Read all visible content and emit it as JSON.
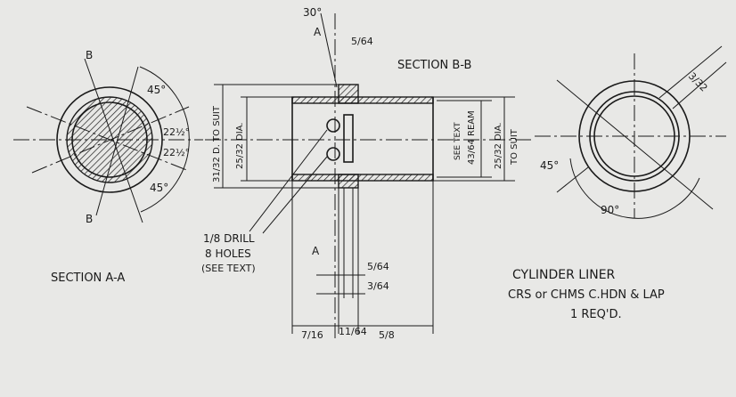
{
  "section_aa": {
    "title": "SECTION A-A",
    "cut_label": "B",
    "angles": [
      "45°",
      "22½°",
      "22½°",
      "45°"
    ]
  },
  "section_bb": {
    "title": "SECTION B-B",
    "cut_label": "A",
    "top_angle": "30°",
    "top_dim": "5/64",
    "left_dims": [
      "31/32 D. TO SUIT",
      "25/32 DIA."
    ],
    "right_dims": [
      "SEE TEXT",
      "43/64 REAM",
      "25/32 DIA.",
      "TO SUIT"
    ],
    "drill_note": [
      "1/8 DRILL",
      "8 HOLES",
      "(SEE TEXT)"
    ],
    "bottom_dims": [
      "5/64",
      "3/64",
      "7/16",
      "11/64",
      "5/8"
    ]
  },
  "end_view": {
    "dims": [
      "3/32",
      "45°",
      "90°"
    ]
  },
  "title_block": {
    "part": "CYLINDER LINER",
    "material": "CRS or CHMS  C.HDN & LAP",
    "qty": "1 REQ'D."
  }
}
